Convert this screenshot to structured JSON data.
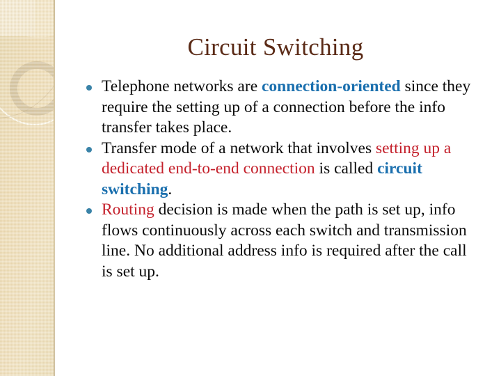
{
  "slide": {
    "title": "Circuit Switching",
    "colors": {
      "title": "#5a2a16",
      "emphasis_blue": "#1a6fae",
      "emphasis_red": "#c4202b",
      "bullet_marker": "#3a83a8",
      "body_text": "#0b0b0b",
      "sidebar_band": "#eeddb8",
      "background": "#ffffff"
    },
    "bullets": [
      {
        "marker": "bullet-dot",
        "plain_text": "Telephone networks are connection-oriented since they require the setting up of a connection before the info transfer takes place.",
        "runs": [
          {
            "text": "Telephone networks are ",
            "style": "normal"
          },
          {
            "text": "connection-oriented",
            "style": "blue-bold"
          },
          {
            "text": " since they require the setting up of a connection before the info transfer takes place.",
            "style": "normal"
          }
        ]
      },
      {
        "marker": "bullet-dot",
        "plain_text": "Transfer mode of a network that involves setting up a dedicated end-to-end connection is called circuit switching.",
        "runs": [
          {
            "text": "Transfer mode of a network that involves ",
            "style": "normal"
          },
          {
            "text": "setting up a dedicated end-to-end connection",
            "style": "red"
          },
          {
            "text": " is called ",
            "style": "normal"
          },
          {
            "text": "circuit switching",
            "style": "blue-bold"
          },
          {
            "text": ".",
            "style": "normal"
          }
        ]
      },
      {
        "marker": "bullet-dot",
        "plain_text": "Routing decision is made when the path is set up, info flows continuously across each switch and transmission line. No additional address info is required after the call is set up.",
        "runs": [
          {
            "text": "Routing",
            "style": "red"
          },
          {
            "text": " decision is made when the path is set up, info flows continuously across each switch and transmission line. No additional address info is required after the call is set up.",
            "style": "normal"
          }
        ]
      }
    ]
  }
}
